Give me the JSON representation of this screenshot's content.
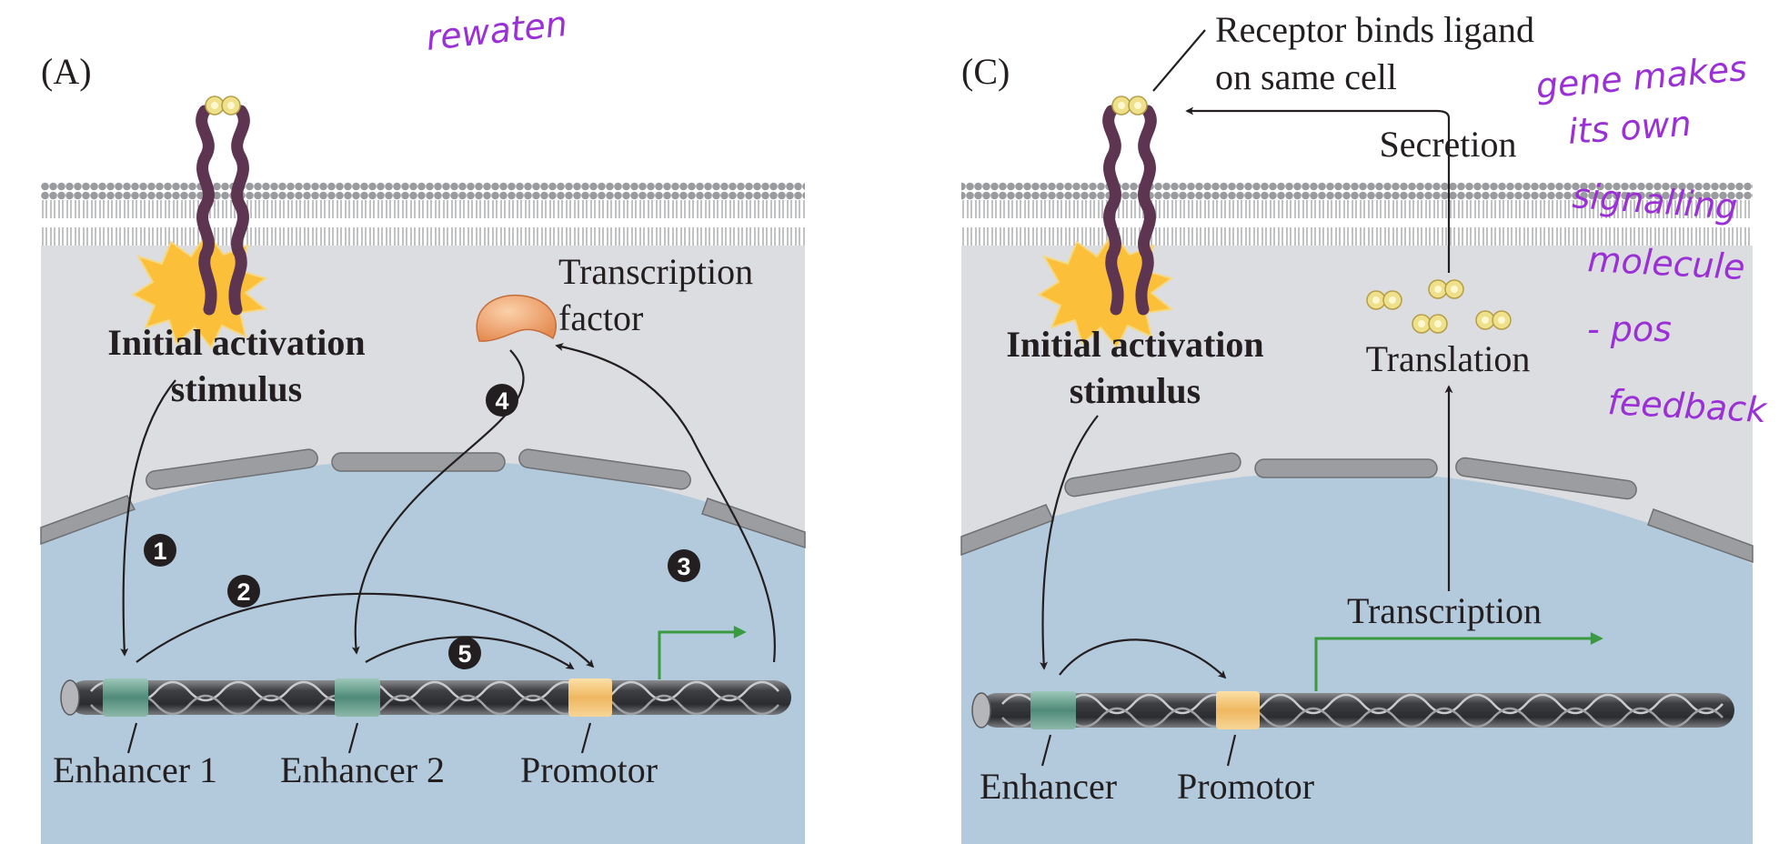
{
  "panels": {
    "a": {
      "label": "(A)",
      "stimulus": [
        "Initial activation",
        "stimulus"
      ],
      "factor": [
        "Transcription",
        "factor"
      ],
      "steps": [
        "1",
        "2",
        "3",
        "4",
        "5"
      ],
      "enhancer1": "Enhancer 1",
      "enhancer2": "Enhancer 2",
      "promoter": "Promotor"
    },
    "c": {
      "label": "(C)",
      "receptor": [
        "Receptor binds ligand",
        "on same cell"
      ],
      "secretion": "Secretion",
      "translation": "Translation",
      "transcription": "Transcription",
      "stimulus": [
        "Initial activation",
        "stimulus"
      ],
      "enhancer": "Enhancer",
      "promoter": "Promotor"
    }
  },
  "annotations": {
    "top": "rewaten",
    "side": [
      "gene makes",
      "its own",
      "signalling",
      "molecule",
      "- pos",
      "feedback"
    ]
  },
  "colors": {
    "cytoplasm": "#dcdde0",
    "nucleus": "#b3cadd",
    "membrane": "#9a9b9e",
    "receptor": "#5e3550",
    "ligand": "#efe08b",
    "burst": "#fbbf3a",
    "enhancer": "#6a9e8e",
    "promoter": "#f2c57b",
    "transcription_arrow": "#3a9a40",
    "factor": "#f0a06c",
    "ink": "#231f20",
    "handwriting": "#9a30d6"
  }
}
